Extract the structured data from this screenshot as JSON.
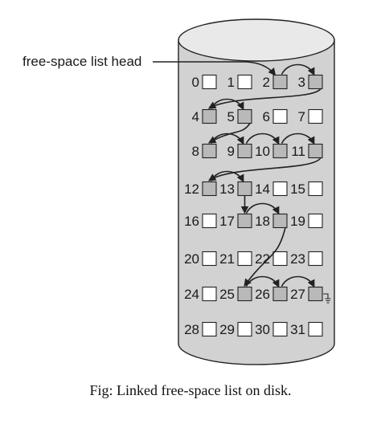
{
  "head_label": "free-space list head",
  "caption": "Fig: Linked free-space list on disk.",
  "blocks": [
    "0",
    "1",
    "2",
    "3",
    "4",
    "5",
    "6",
    "7",
    "8",
    "9",
    "10",
    "11",
    "12",
    "13",
    "14",
    "15",
    "16",
    "17",
    "18",
    "19",
    "20",
    "21",
    "22",
    "23",
    "24",
    "25",
    "26",
    "27",
    "28",
    "29",
    "30",
    "31"
  ],
  "free_blocks": [
    2,
    3,
    4,
    5,
    8,
    9,
    10,
    11,
    12,
    13,
    17,
    18,
    25,
    26,
    27
  ],
  "links": [
    [
      2,
      3
    ],
    [
      3,
      4
    ],
    [
      4,
      5
    ],
    [
      5,
      8
    ],
    [
      8,
      9
    ],
    [
      9,
      10
    ],
    [
      10,
      11
    ],
    [
      11,
      12
    ],
    [
      12,
      13
    ],
    [
      13,
      17
    ],
    [
      17,
      18
    ],
    [
      18,
      25
    ],
    [
      25,
      26
    ],
    [
      26,
      27
    ]
  ],
  "colors": {
    "cylinder_fill": "#d2d2d2",
    "cylinder_top": "#e9e9e9",
    "free_fill": "#b9b9b9",
    "used_fill": "#ffffff",
    "stroke": "#222222"
  }
}
